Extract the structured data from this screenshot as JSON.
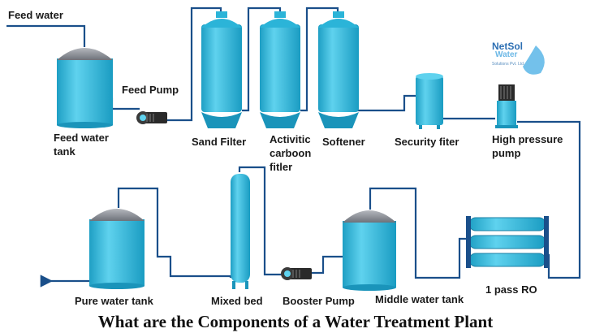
{
  "labels": {
    "feed_water": "Feed water",
    "feed_pump": "Feed Pump",
    "feed_water_tank_1": "Feed water",
    "feed_water_tank_2": "tank",
    "sand_filter": "Sand Filter",
    "activitic_1": "Activitic",
    "activitic_2": "carboon",
    "activitic_3": "fitler",
    "softener": "Softener",
    "security_fiter": "Security fiter",
    "high_pressure_1": "High pressure",
    "high_pressure_2": "pump",
    "pure_water_tank": "Pure water tank",
    "mixed_bed": "Mixed bed",
    "booster_pump": "Booster Pump",
    "middle_water_tank": "Middle water tank",
    "ro": "1 pass RO"
  },
  "logo": {
    "name": "NetSol",
    "sub": "Water",
    "tagline": "Solutions Pvt. Ltd."
  },
  "caption": "What are the Components of a Water Treatment Plant",
  "colors": {
    "vessel": "#2bb4d8",
    "vessel_light": "#5fd0ec",
    "dome": "#8a8e96",
    "pipe": "#1a4f8a",
    "pump": "#2a2a2a"
  }
}
